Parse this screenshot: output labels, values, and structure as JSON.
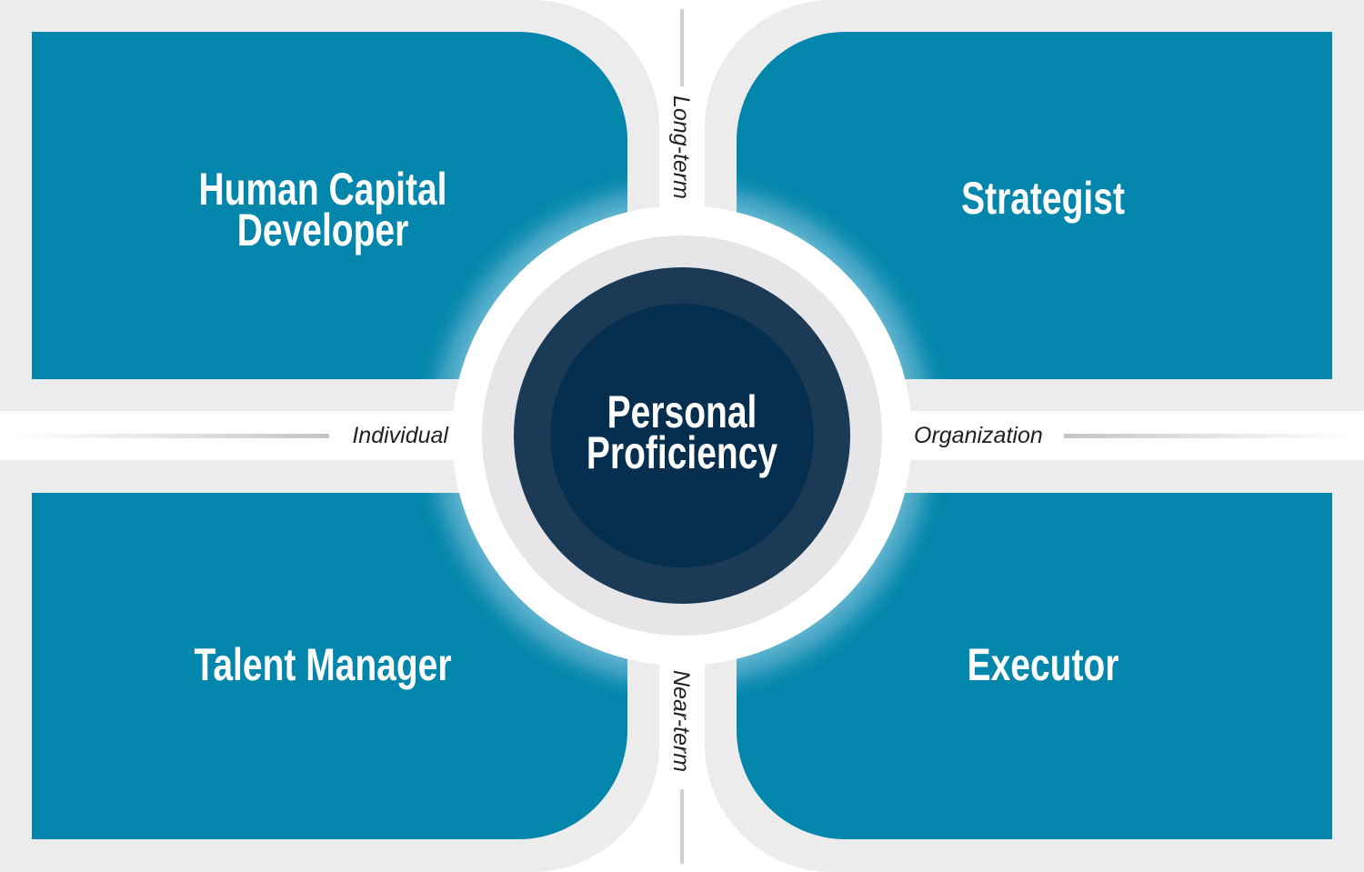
{
  "center": {
    "line1": "Personal",
    "line2": "Proficiency"
  },
  "quadrants": {
    "top_left": {
      "line1": "Human Capital",
      "line2": "Developer"
    },
    "top_right": {
      "label": "Strategist"
    },
    "bottom_left": {
      "label": "Talent Manager"
    },
    "bottom_right": {
      "label": "Executor"
    }
  },
  "axes": {
    "top": "Long-term",
    "bottom": "Near-term",
    "left": "Individual",
    "right": "Organization"
  },
  "colors": {
    "panel_blue": "#0386ac",
    "outer_gray": "#ececec",
    "navy_ring": "#1b3a56",
    "navy_core": "#062e4e"
  }
}
